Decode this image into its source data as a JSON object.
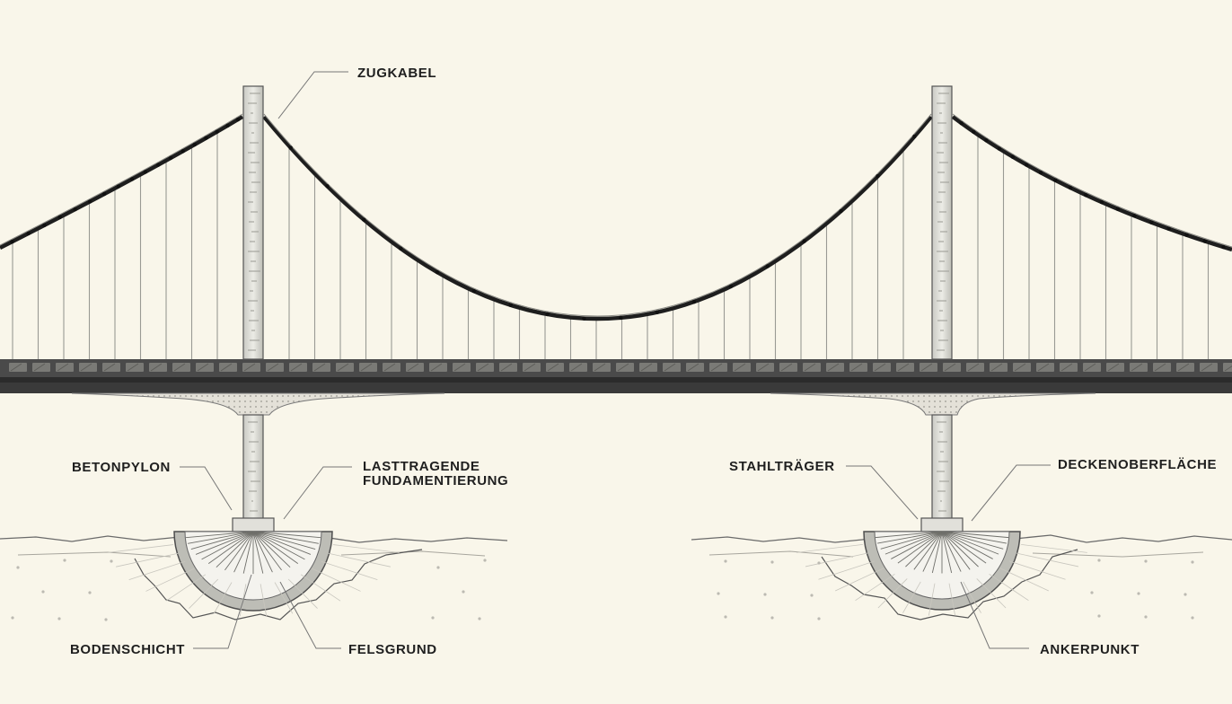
{
  "labels": {
    "tension_cable": "ZUGKABEL",
    "concrete_pylon": "BETONPYLON",
    "foundation_line1": "LASTTRAGENDE",
    "foundation_line2": "FUNDAMENTIERUNG",
    "steel_girder": "STAHLTRÄGER",
    "deck_surface": "DECKENOBERFLÄCHE",
    "soil_layer": "BODENSCHICHT",
    "bedrock": "FELSGRUND",
    "anchor_point": "ANKERPUNKT"
  },
  "colors": {
    "background": "#f9f6ea",
    "line": "#2a2a2a",
    "deck": "#4a4a4a",
    "pylon": "#dcdcd6",
    "leader": "#777777"
  }
}
